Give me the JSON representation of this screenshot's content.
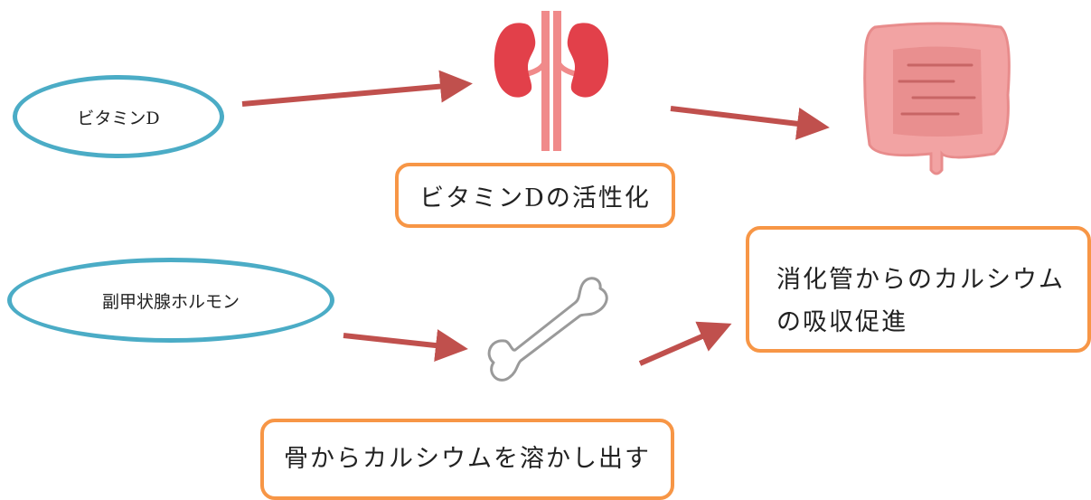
{
  "nodes": {
    "vitamin_d": "ビタミンD",
    "pth": "副甲状腺ホルモン",
    "kidney_note": "ビタミンDの活性化",
    "intestine_note_line1": "消化管からのカルシウム",
    "intestine_note_line2": "の吸収促進",
    "bone_note": "骨からカルシウムを溶かし出す"
  },
  "icons": {
    "kidney": "kidney-icon",
    "intestine": "intestine-icon",
    "bone": "bone-icon"
  },
  "colors": {
    "ellipse_border": "#4bacc6",
    "box_border": "#f79646",
    "arrow": "#c0504d",
    "kidney": "#e2404a",
    "ureter": "#f08a8a",
    "intestine": "#f2a3a3",
    "intestine_inner": "#e07b7b",
    "bone_outline": "#9a9a9a"
  }
}
